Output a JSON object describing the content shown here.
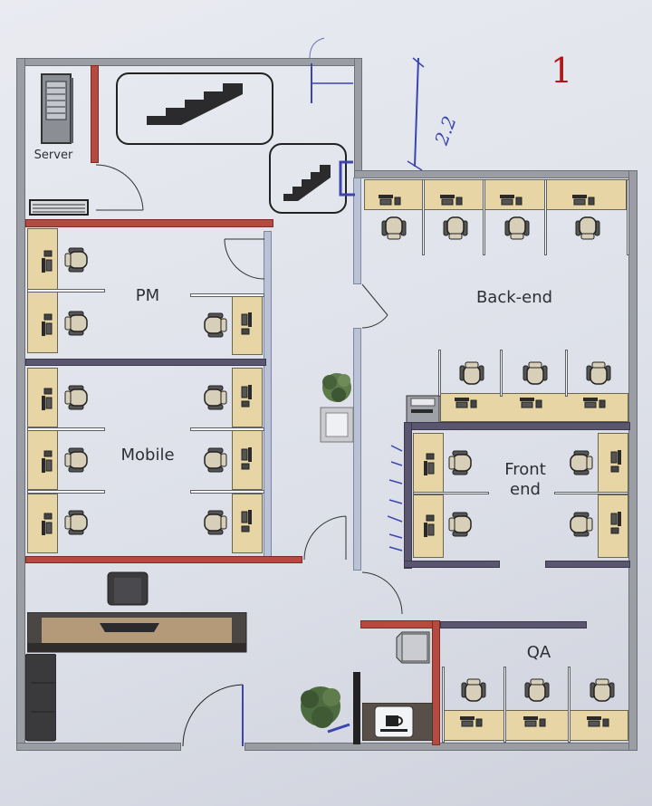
{
  "page": {
    "number": "1",
    "handwritten_dimension": "2.2"
  },
  "rooms": [
    {
      "id": "server",
      "label": "Server"
    },
    {
      "id": "pm",
      "label": "PM"
    },
    {
      "id": "mobile",
      "label": "Mobile"
    },
    {
      "id": "back-end",
      "label": "Back-end"
    },
    {
      "id": "front-end",
      "label": "Front\nend",
      "label_line1": "Front",
      "label_line2": "end"
    },
    {
      "id": "qa",
      "label": "QA"
    }
  ],
  "workstations": {
    "server": 0,
    "pm": 3,
    "mobile": 6,
    "back_end": 7,
    "front_end": 4,
    "qa": 3
  },
  "icons": [
    "server-rack-icon",
    "air-conditioner-icon",
    "staircase-icon",
    "office-chair-icon",
    "computer-monitor-icon",
    "reception-desk-icon",
    "armchair-icon",
    "sofa-icon",
    "potted-plant-icon",
    "printer-icon",
    "coffee-machine-icon",
    "door-swing-icon"
  ],
  "colors": {
    "wall_gray": "#9a9da3",
    "wall_red": "#b44a40",
    "wall_purple": "#5a5670",
    "desk": "#e8d5a6",
    "page_number": "#b01818",
    "pen_ink": "#3b45b0"
  }
}
